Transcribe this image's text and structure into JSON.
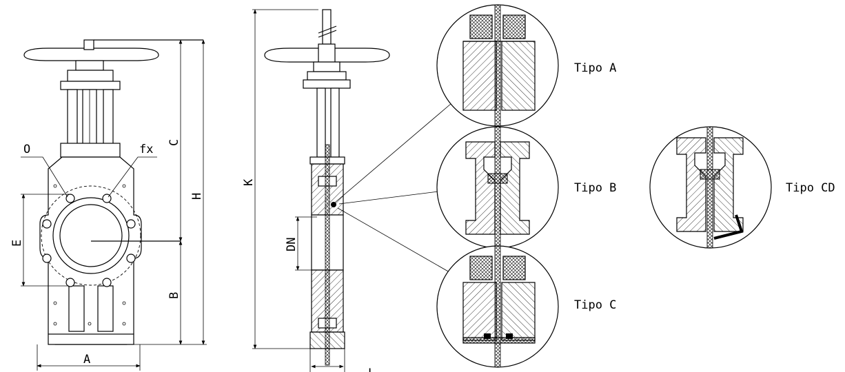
{
  "front_view": {
    "dim_a": "A",
    "dim_b": "B",
    "dim_c": "C",
    "dim_e": "E",
    "dim_h": "H",
    "label_o": "O",
    "label_fx": "fx"
  },
  "side_view": {
    "dim_k": "K",
    "dim_dn": "DN",
    "dim_l": "L"
  },
  "details": [
    {
      "label": "Tipo A"
    },
    {
      "label": "Tipo B"
    },
    {
      "label": "Tipo C"
    },
    {
      "label": "Tipo CD"
    }
  ],
  "colors": {
    "line": "#000000",
    "background": "#ffffff"
  }
}
